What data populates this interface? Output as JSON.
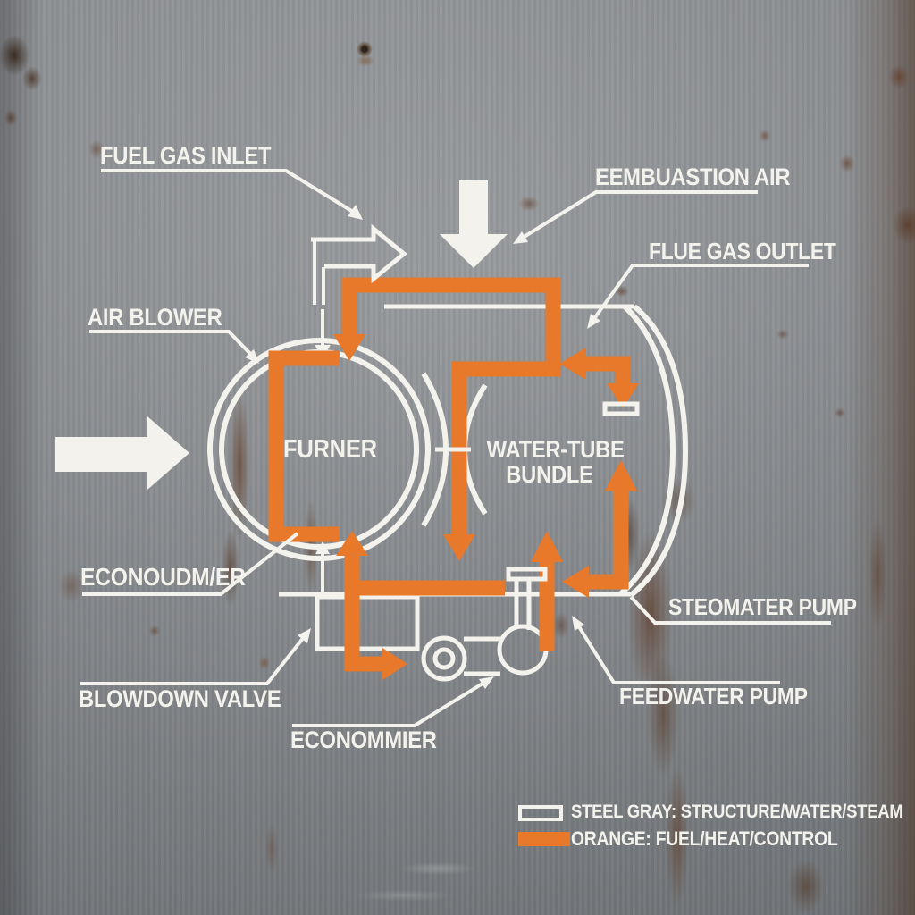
{
  "colors": {
    "orange": "#e8782a",
    "white": "#f3f2ec"
  },
  "labels": {
    "fuel_gas_inlet": "FUEL GAS INLET",
    "combustion_air": "EEMBUASTION AIR",
    "flue_gas_outlet": "FLUE GAS OUTLET",
    "air_blower": "AIR BLOWER",
    "furnace": "FURNER",
    "water_tube_line1": "WATER-TUBE",
    "water_tube_line2": "BUNDLE",
    "economizer_left": "ECONOUDM/ER",
    "steam_pump": "STEOMATER PUMP",
    "blowdown_valve": "BLOWDOWN VALVE",
    "feedwater_pump": "FEEDWATER PUMP",
    "economizer_bottom": "ECONOMMIER"
  },
  "legend": {
    "steel_gray_label": "STEEL GRAY: STRUCTURE/WATER/STEAM",
    "orange_label": "ORANGE: FUEL/HEAT/CONTROL"
  }
}
